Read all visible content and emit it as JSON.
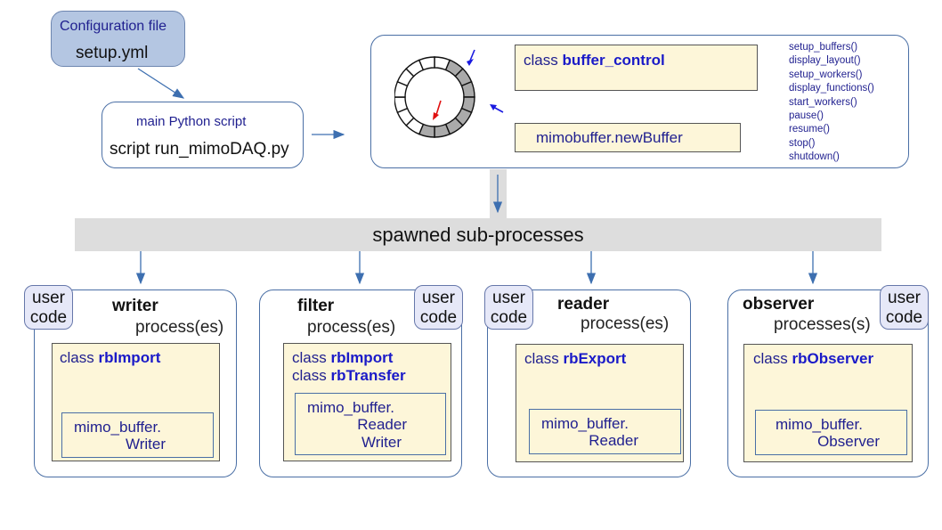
{
  "config": {
    "title": "Configuration file",
    "file": "setup.yml"
  },
  "main": {
    "title": "main Python script",
    "script": "script run_mimoDAQ.py"
  },
  "control": {
    "class_prefix": "class ",
    "class_name": "buffer_control",
    "new_buffer": "mimobuffer.newBuffer",
    "methods": [
      "setup_buffers()",
      "display_layout()",
      "setup_workers()",
      "display_functions()",
      "start_workers()",
      "pause()",
      "resume()",
      "stop()",
      "shutdown()"
    ]
  },
  "spawn_label": "spawned sub-processes",
  "processes": [
    {
      "title": "writer",
      "subtitle": "process(es)",
      "user_code": [
        "user",
        "code"
      ],
      "classes": [
        {
          "prefix": "class ",
          "name": "rbImport"
        }
      ],
      "buffer_lines": [
        "mimo_buffer.",
        "Writer"
      ]
    },
    {
      "title": "filter",
      "subtitle": "process(es)",
      "user_code": [
        "user",
        "code"
      ],
      "classes": [
        {
          "prefix": "class ",
          "name": "rbImport"
        },
        {
          "prefix": "class ",
          "name": "rbTransfer"
        }
      ],
      "buffer_lines": [
        "mimo_buffer.",
        "Reader",
        "Writer"
      ]
    },
    {
      "title": "reader",
      "subtitle": "process(es)",
      "user_code": [
        "user",
        "code"
      ],
      "classes": [
        {
          "prefix": "class ",
          "name": "rbExport"
        }
      ],
      "buffer_lines": [
        "mimo_buffer.",
        "Reader"
      ]
    },
    {
      "title": "observer",
      "subtitle": "processes(s)",
      "user_code": [
        "user",
        "code"
      ],
      "classes": [
        {
          "prefix": "class ",
          "name": "rbObserver"
        }
      ],
      "buffer_lines": [
        "mimo_buffer.",
        "Observer"
      ]
    }
  ],
  "colors": {
    "arrow": "#3d6fb0",
    "border": "#4a6fa5",
    "class_fill": "#fdf6d9",
    "user_fill": "#e6e8f8",
    "config_fill": "#b4c6e2",
    "spawn_bar": "#dddddd"
  }
}
